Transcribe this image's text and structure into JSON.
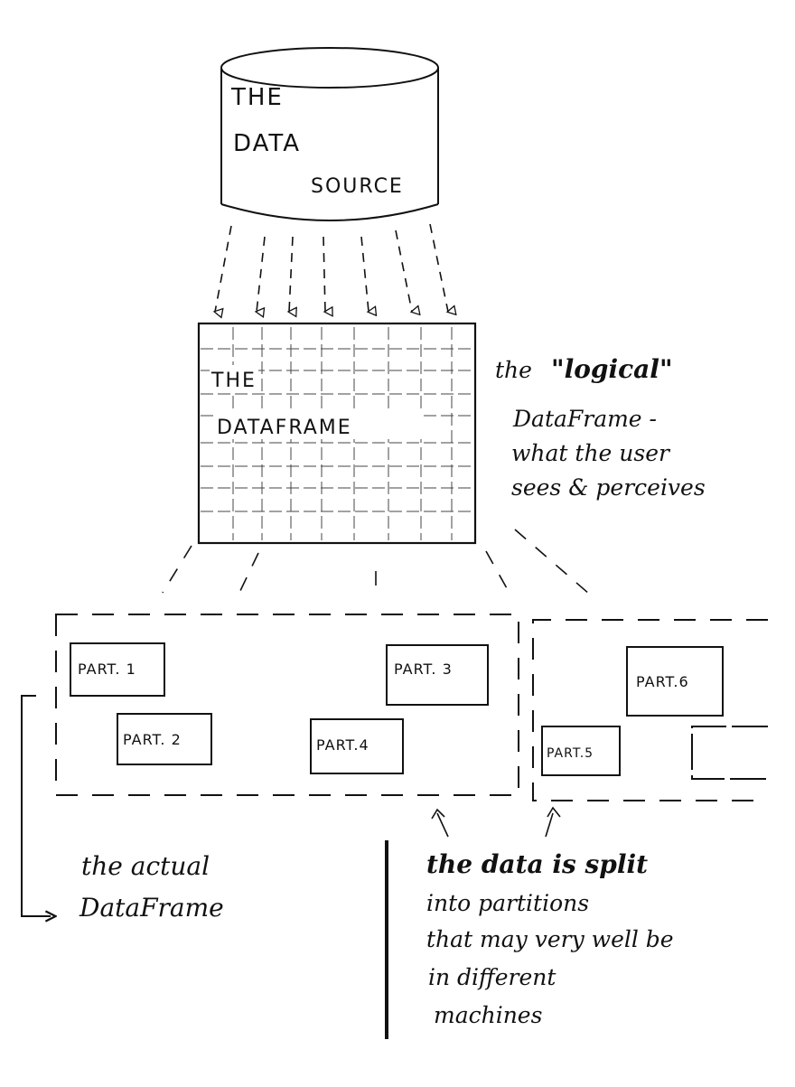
{
  "data_source": {
    "line1": "THE",
    "line2": "DATA",
    "line3": "SOURCE"
  },
  "dataframe": {
    "line1": "THE",
    "line2": "DATAFRAME"
  },
  "logical_note": {
    "line1_prefix": "the",
    "line1_emph": "\"logical\"",
    "line2": "DataFrame -",
    "line3": "what the user",
    "line4": "sees & perceives"
  },
  "partitions": {
    "part1": "PART. 1",
    "part2": "PART. 2",
    "part3": "PART. 3",
    "part4": "PART.4",
    "part5": "PART.5",
    "part6": "PART.6"
  },
  "actual_note": {
    "line1": "the actual",
    "line2": "DataFrame"
  },
  "split_note": {
    "line1": "the data is split",
    "line2": "into partitions",
    "line3": "that may very well be",
    "line4": "in   different",
    "line5": "machines"
  }
}
